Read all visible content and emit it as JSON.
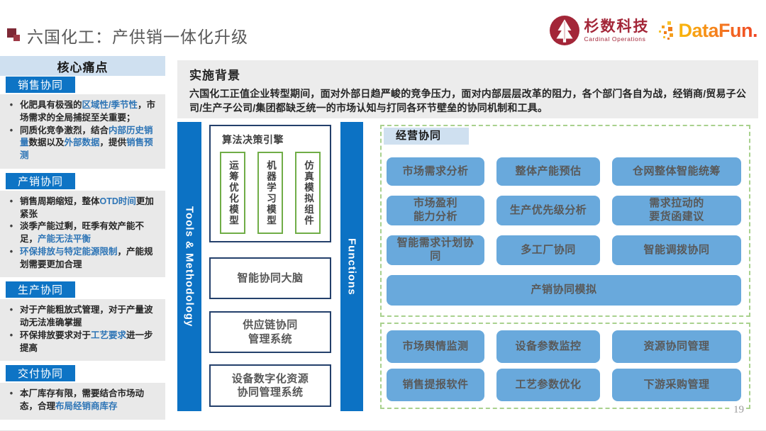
{
  "header": {
    "title": "六国化工：产供销一体化升级",
    "shanshu": {
      "name": "杉数科技",
      "sub": "Cardinal Operations"
    },
    "datafun": {
      "name": "DataFun."
    }
  },
  "pain_points": {
    "title": "核心痛点",
    "sections": [
      {
        "title": "销售协同",
        "bullets": [
          [
            {
              "t": "化肥具有极强的"
            },
            {
              "t": "区域性/季节性",
              "hl": true
            },
            {
              "t": "，市场需求的全局捕捉至关重要；"
            }
          ],
          [
            {
              "t": "同质化竞争激烈，结合"
            },
            {
              "t": "内部历史销量",
              "hl": true
            },
            {
              "t": "数据以及"
            },
            {
              "t": "外部数据",
              "hl": true
            },
            {
              "t": "，提供"
            },
            {
              "t": "销售预测",
              "hl": true
            }
          ]
        ]
      },
      {
        "title": "产销协同",
        "bullets": [
          [
            {
              "t": "销售周期缩短，整体"
            },
            {
              "t": "OTD时间",
              "hl": true
            },
            {
              "t": "更加紧张"
            }
          ],
          [
            {
              "t": "淡季产能过剩，旺季有效产能不足，"
            },
            {
              "t": "产能无法平衡",
              "hl": true
            }
          ],
          [
            {
              "t": "环保排放与特定能源限制",
              "hl": true
            },
            {
              "t": "，产能规划需要更加合理"
            }
          ]
        ]
      },
      {
        "title": "生产协同",
        "bullets": [
          [
            {
              "t": "对于产能粗放式管理，对于产量波动无法准确掌握"
            }
          ],
          [
            {
              "t": "环保排放要求对于"
            },
            {
              "t": "工艺要求",
              "hl": true
            },
            {
              "t": "进一步提高"
            }
          ]
        ]
      },
      {
        "title": "交付协同",
        "bullets": [
          [
            {
              "t": "本厂库存有限，需要结合市场动态，合理"
            },
            {
              "t": "布局经销商库存",
              "hl": true
            }
          ]
        ]
      }
    ]
  },
  "background": {
    "title": "实施背景",
    "body": "六国化工正值企业转型期间，面对外部日趋严峻的竞争压力，面对内部层层改革的阻力，各个部门各自为战，经销商/贸易子公司/生产子公司/集团都缺乏统一的市场认知与打同各环节壁垒的协同机制和工具。"
  },
  "labels": {
    "tools_bar": "Tools & Methodology",
    "functions_bar": "Functions"
  },
  "engine": {
    "title": "算法决策引擎",
    "modules": [
      "运筹优化模型",
      "机器学习模型",
      "仿真模拟组件"
    ]
  },
  "systems": [
    "智能协同大脑",
    "供应链协同\n管理系统",
    "设备数字化资源\n协同管理系统"
  ],
  "operations": {
    "title": "经营协同",
    "buttons": [
      {
        "label": "市场需求分析"
      },
      {
        "label": "整体产能预估"
      },
      {
        "label": "仓网整体智能统筹"
      },
      {
        "label": "市场盈利\n能力分析"
      },
      {
        "label": "生产优先级分析"
      },
      {
        "label": "需求拉动的\n要货函建议"
      },
      {
        "label": "智能需求计划协同"
      },
      {
        "label": "多工厂协同"
      },
      {
        "label": "智能调拨协同"
      },
      {
        "label": "产销协同模拟",
        "span": 3
      }
    ]
  },
  "bottom_group": {
    "buttons": [
      {
        "label": "市场舆情监测"
      },
      {
        "label": "设备参数监控"
      },
      {
        "label": "资源协同管理"
      },
      {
        "label": "销售提报软件"
      },
      {
        "label": "工艺参数优化"
      },
      {
        "label": "下游采购管理"
      }
    ]
  },
  "page_number": "19",
  "colors": {
    "primary_blue": "#0E74C5",
    "bar_blue": "#0C72C4",
    "button_blue": "#69A9DC",
    "light_blue_bg": "#CFE0F0",
    "panel_gray": "#E9E9E9",
    "bg_panel_gray": "#ECECEC",
    "dashed_green": "#A9D18E",
    "green_border": "#70AD47",
    "navy_border": "#24406B",
    "highlight_text": "#2E75B6",
    "brand_red": "#A32638",
    "datafun_orange": "#F5820B",
    "title_gray": "#595959"
  }
}
